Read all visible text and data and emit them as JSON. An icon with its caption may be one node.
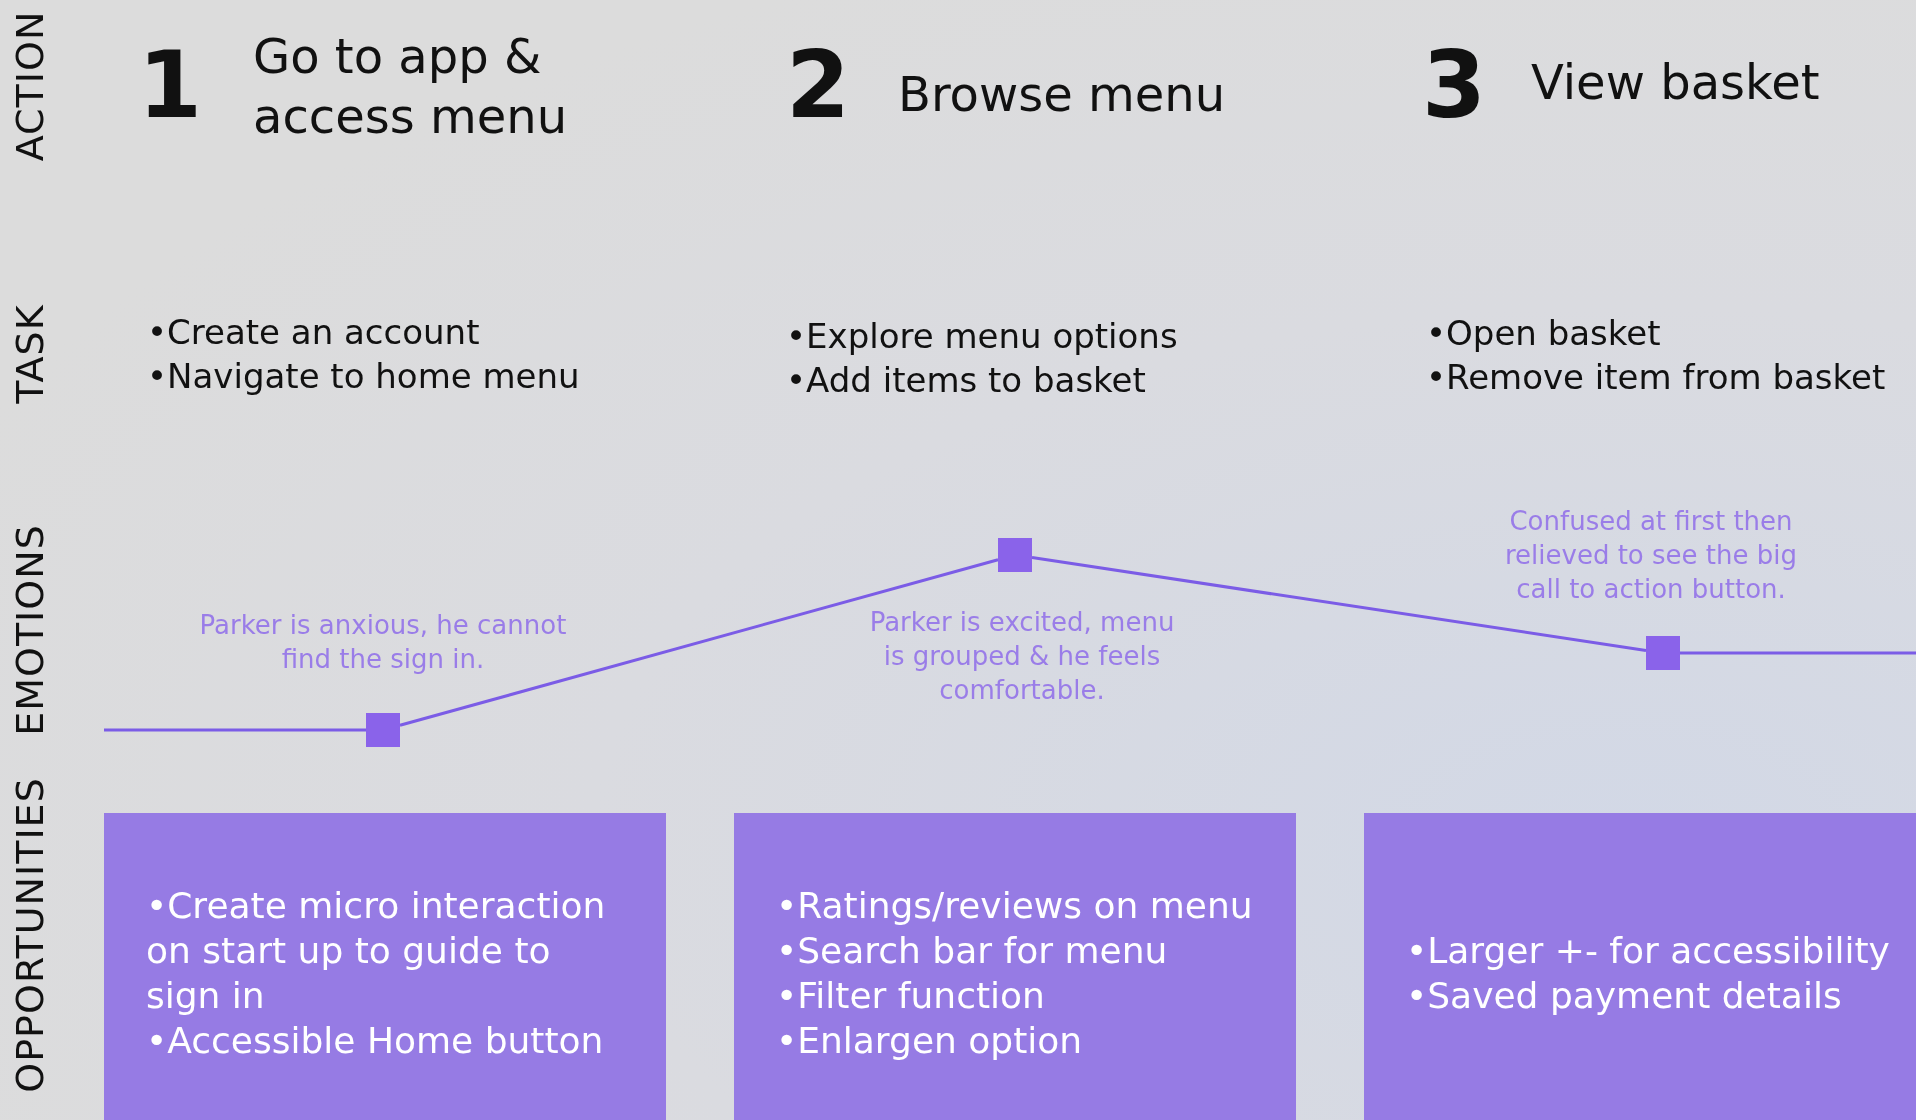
{
  "diagram": {
    "nodes": [
      {
        "text": [],
        "shape": "box",
        "beside": [
          "Parker is anxious, he cannot find the sign in."
        ]
      },
      {
        "text": [],
        "shape": "box",
        "beside": [
          "Parker is excited, menu is grouped & he feels comfortable."
        ]
      },
      {
        "text": [],
        "shape": "box",
        "beside": [
          "Confused at first then relieved to see the big call to action button."
        ]
      },
      {
        "text": [
          "•Create micro interaction on start up to guide to sign in",
          "•Accessible Home button"
        ]
      },
      {
        "text": [
          "•Ratings/reviews on menu",
          "•Search bar for menu",
          "•Filter function",
          "•Enlargen option"
        ]
      },
      {
        "text": [
          "•Larger +- for accessibility",
          "•Saved payment details"
        ]
      }
    ],
    "edges": [
      {
        "from": null,
        "to": 0,
        "arrow": "none"
      },
      {
        "from": 0,
        "to": 1,
        "arrow": "none"
      },
      {
        "from": 1,
        "to": 2,
        "arrow": "none"
      },
      {
        "from": 2,
        "to": null,
        "arrow": "none"
      }
    ],
    "labels": [
      "ACTION",
      "1",
      "Go to app & access menu",
      "2",
      "Browse menu",
      "3",
      "View basket",
      "TASK",
      "•Create an account",
      "•Navigate to home menu",
      "•Explore menu options",
      "•Add items to basket",
      "•Open basket",
      "•Remove item from basket",
      "EMOTIONS",
      "OPPORTUNITIES"
    ]
  }
}
